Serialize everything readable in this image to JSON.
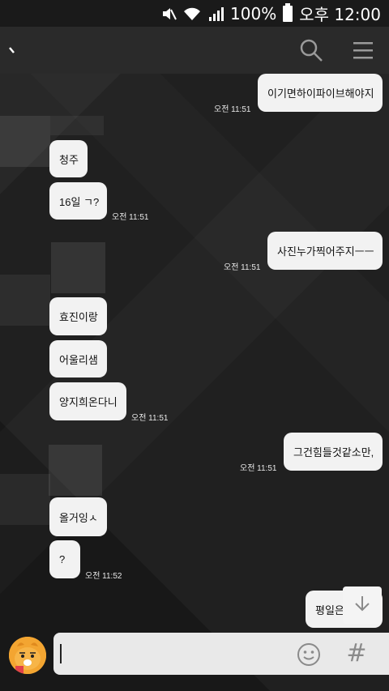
{
  "status_bar": {
    "battery": "100%",
    "time": "오후 12:00"
  },
  "header": {
    "back_icon": "back-arrow-icon",
    "search_icon": "search-icon",
    "menu_icon": "menu-icon"
  },
  "messages": [
    {
      "side": "me",
      "text": "이기면하이파이브해야지",
      "time": "오전 11:51"
    },
    {
      "side": "other",
      "text": "청주",
      "time": ""
    },
    {
      "side": "other",
      "text": "16일 ㄱ?",
      "time": "오전 11:51"
    },
    {
      "side": "me",
      "text": "사진누가찍어주지ㅡㅡ",
      "time": "오전 11:51"
    },
    {
      "side": "other",
      "text": "효진이랑",
      "time": ""
    },
    {
      "side": "other",
      "text": "어울리샘",
      "time": ""
    },
    {
      "side": "other",
      "text": "양지희온다니",
      "time": "오전 11:51"
    },
    {
      "side": "me",
      "text": "그건힘들것같소만,",
      "time": "오전 11:51"
    },
    {
      "side": "other",
      "text": "올거잉ㅅ",
      "time": ""
    },
    {
      "side": "other",
      "text": "?",
      "time": "오전 11:52"
    },
    {
      "side": "me",
      "text": "평일은",
      "time": ""
    }
  ],
  "input": {
    "value": "",
    "emoji_icon": "emoji-icon",
    "hash_label": "#"
  },
  "colors": {
    "bubble": "#f2f2f2",
    "background": "#202020",
    "avatar": "#f3a531"
  }
}
